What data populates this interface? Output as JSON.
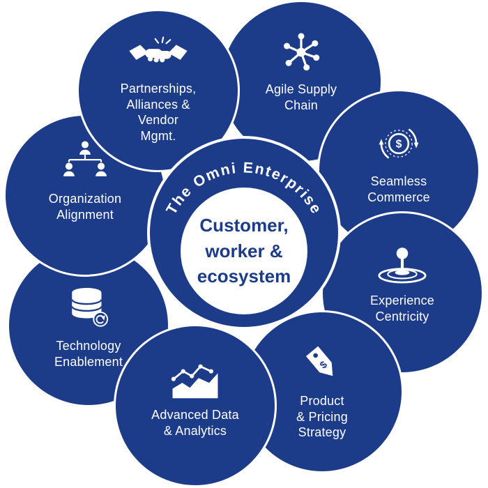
{
  "colors": {
    "navy": "#1c3c8a",
    "background": "#ffffff",
    "text_on_navy": "#ffffff"
  },
  "diagram": {
    "center": {
      "arc_title": "The Omni Enterprise",
      "core_text": "Customer,\nworker &\necosystem"
    },
    "nodes": [
      {
        "label": "Partnerships,\nAlliances &\nVendor\nMgmt.",
        "icon": "handshake-icon"
      },
      {
        "label": "Agile Supply\nChain",
        "icon": "network-hub-icon"
      },
      {
        "label": "Seamless\nCommerce",
        "icon": "dollar-cycle-icon"
      },
      {
        "label": "Experience\nCentricity",
        "icon": "ripple-drop-icon"
      },
      {
        "label": "Product\n& Pricing\nStrategy",
        "icon": "price-tag-icon"
      },
      {
        "label": "Advanced Data\n& Analytics",
        "icon": "analytics-chart-icon"
      },
      {
        "label": "Technology\nEnablement",
        "icon": "database-sync-icon"
      },
      {
        "label": "Organization\nAlignment",
        "icon": "org-chart-icon"
      }
    ]
  }
}
